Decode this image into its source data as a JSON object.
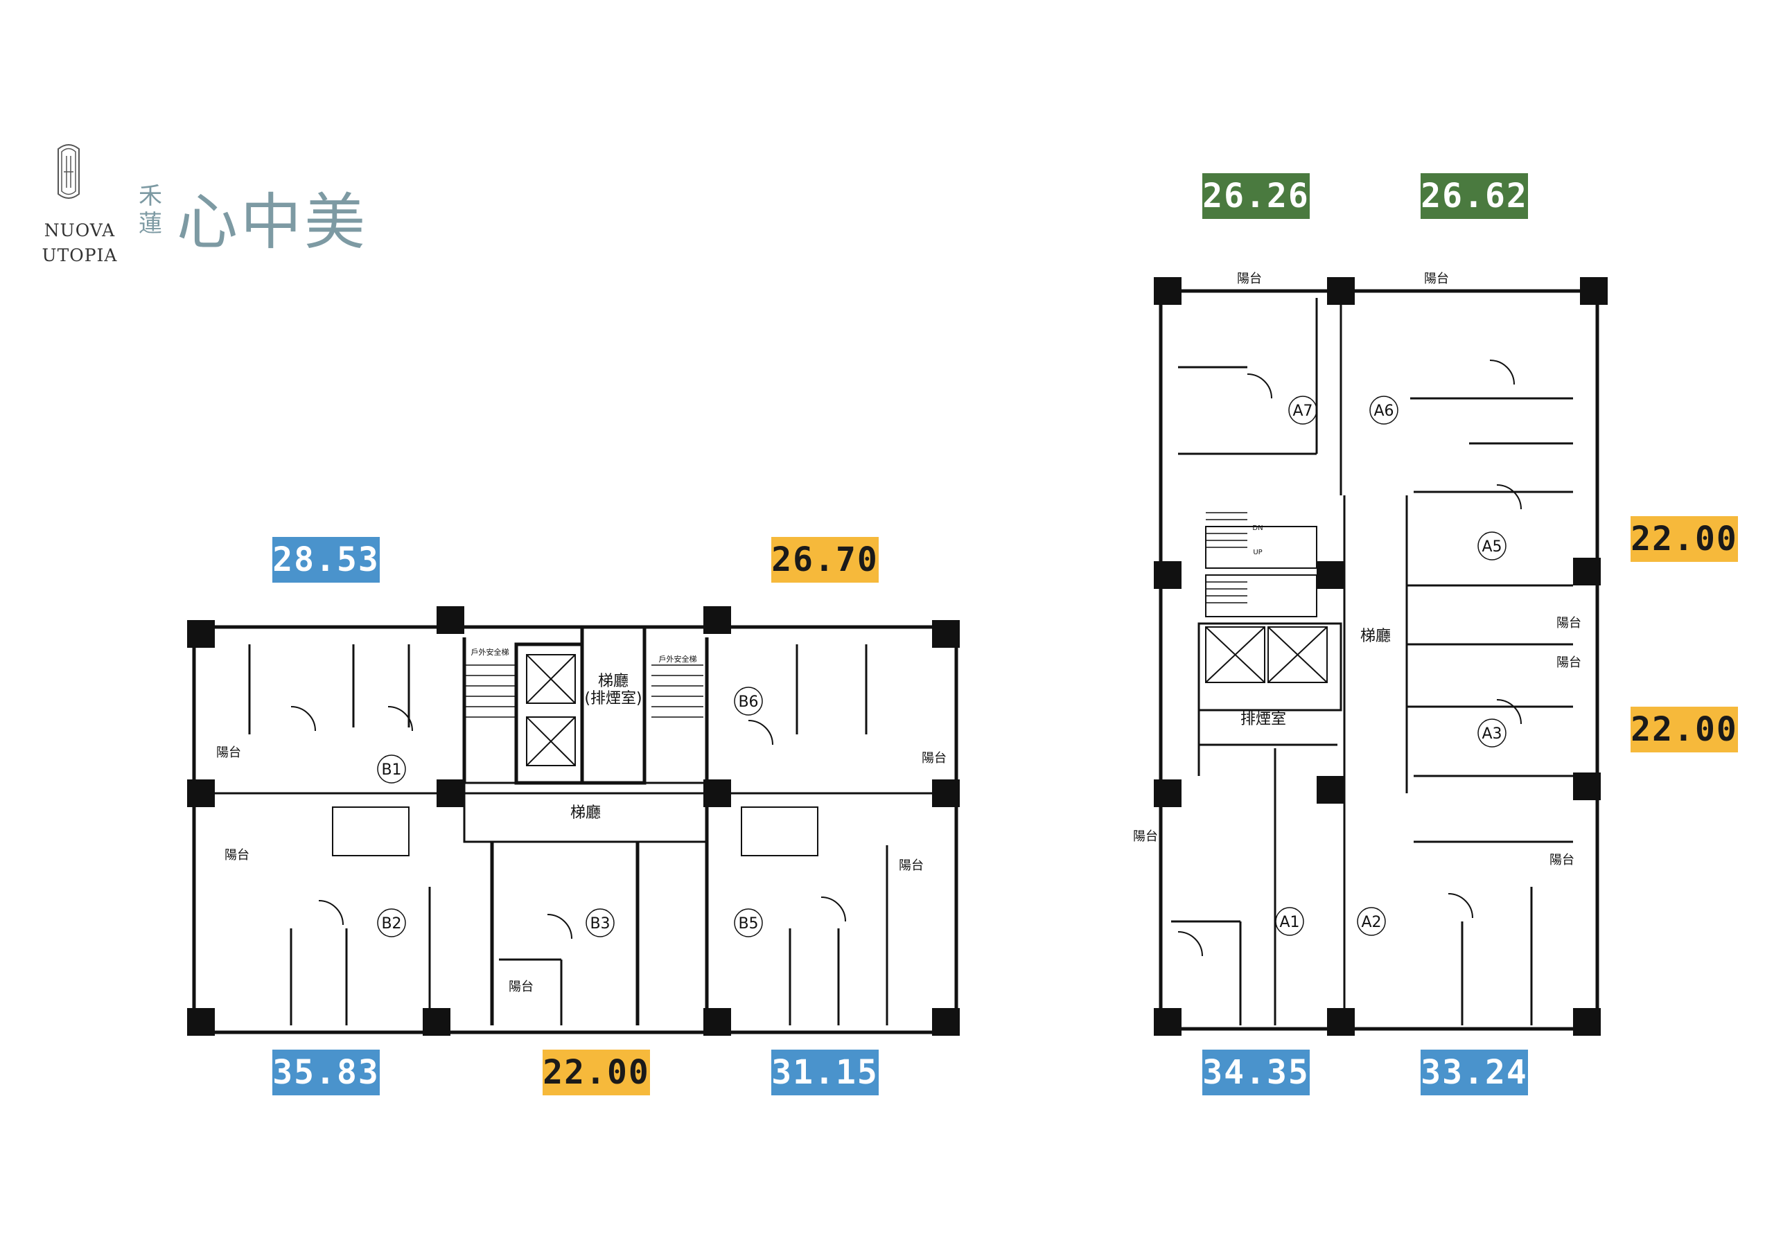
{
  "brand": {
    "name_line1": "NUOVA",
    "name_line2": "UTOPIA",
    "cn_small": "禾蓮",
    "cn_big": "心中美"
  },
  "colors": {
    "blue": "#4a93cc",
    "yellow": "#f6b93b",
    "green": "#4a7a3f"
  },
  "areas": [
    {
      "value": "28.53",
      "color": "blue"
    },
    {
      "value": "26.70",
      "color": "yellow"
    },
    {
      "value": "35.83",
      "color": "blue"
    },
    {
      "value": "22.00",
      "color": "yellow"
    },
    {
      "value": "31.15",
      "color": "blue"
    },
    {
      "value": "26.26",
      "color": "green"
    },
    {
      "value": "26.62",
      "color": "green"
    },
    {
      "value": "22.00",
      "color": "yellow"
    },
    {
      "value": "22.00",
      "color": "yellow"
    },
    {
      "value": "34.35",
      "color": "blue"
    },
    {
      "value": "33.24",
      "color": "blue"
    }
  ],
  "plan_left": {
    "units": [
      "B1",
      "B2",
      "B3",
      "B5",
      "B6"
    ],
    "lobby": "梯廳",
    "lobby_smoke_1": "梯廳",
    "lobby_smoke_2": "(排煙室)",
    "balcony": "陽台",
    "stair_note": "戶外安全梯"
  },
  "plan_right": {
    "units": [
      "A1",
      "A2",
      "A3",
      "A5",
      "A6",
      "A7"
    ],
    "lobby": "梯廳",
    "smoke_room": "排煙室",
    "balcony": "陽台",
    "stair_dn": "DN",
    "stair_up": "UP"
  }
}
